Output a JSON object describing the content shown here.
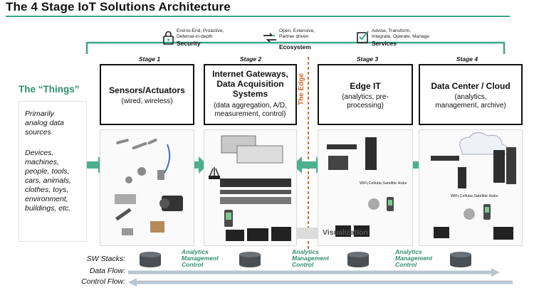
{
  "title": "The 4 Stage IoT Solutions Architecture",
  "themes": [
    {
      "name": "Security",
      "desc": [
        "End-to-End, Proactive,",
        "Defense-in-depth"
      ],
      "icon": "lock-icon"
    },
    {
      "name": "Ecosystem",
      "desc": [
        "Open, Extensive,",
        "Partner driven"
      ],
      "icon": "handshake-icon"
    },
    {
      "name": "Services",
      "desc": [
        "Advise, Transform,",
        "Integrate, Operate, Manage"
      ],
      "icon": "checklist-icon"
    }
  ],
  "things": {
    "title": "The “Things”",
    "text1": [
      "Primarily",
      "analog data",
      "sources"
    ],
    "text2": [
      "Devices,",
      "machines,",
      "people, tools,",
      "cars, animals,",
      "clothes, toys,",
      "environment,",
      "buildings, etc."
    ]
  },
  "stages": [
    {
      "label": "Stage 1",
      "title": [
        "Sensors/Actuators"
      ],
      "sub": [
        "(wired, wireless)"
      ]
    },
    {
      "label": "Stage 2",
      "title": [
        "Internet Gateways,",
        "Data Acquisition",
        "Systems"
      ],
      "sub": [
        "(data aggregation, A/D,",
        "measurement, control)"
      ]
    },
    {
      "label": "Stage 3",
      "title": [
        "Edge IT"
      ],
      "sub": [
        "(analytics, pre-",
        "processing)"
      ]
    },
    {
      "label": "Stage 4",
      "title": [
        "Data Center / Cloud"
      ],
      "sub": [
        "(analytics,",
        "management, archive)"
      ]
    }
  ],
  "edge_label": "The Edge",
  "hubs_label": "WiFi,Cellular,Satellite Hubs",
  "visualization_label": "Visualization",
  "amc": [
    "Analytics",
    "Management",
    "Control"
  ],
  "rows": {
    "sw_stacks": "SW Stacks:",
    "data_flow": "Data Flow:",
    "control_flow": "Control Flow:"
  },
  "colors": {
    "accent": "#2f8f6f",
    "arrow": "#4ab08e",
    "edge": "#d46a2a",
    "flow": "#b8c6d2"
  }
}
